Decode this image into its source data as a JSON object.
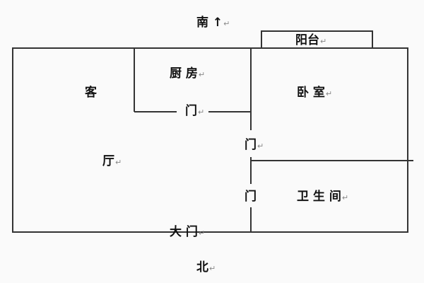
{
  "compass": {
    "south": "南",
    "south_arrow": "↑",
    "north": "北"
  },
  "rooms": {
    "balcony": "阳台",
    "kitchen": "厨 房",
    "living_1": "客",
    "living_2": "厅",
    "bedroom": "卧 室",
    "bathroom": "卫 生 间"
  },
  "doors": {
    "kitchen_door": "门",
    "bedroom_door": "门",
    "bathroom_door": "门",
    "main_door": "大 门"
  },
  "return_mark": "↵",
  "colors": {
    "line": "#333333",
    "text": "#111111",
    "background": "#fafafa"
  }
}
